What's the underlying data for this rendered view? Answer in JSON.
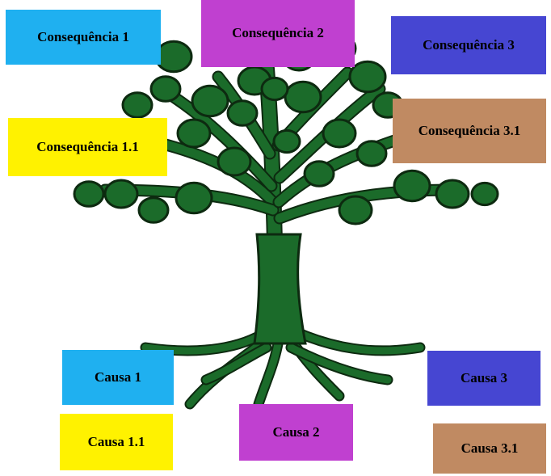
{
  "consequences": [
    {
      "label": "Consequência 1",
      "color": "#1fb0f0"
    },
    {
      "label": "Consequência 2",
      "color": "#c040d0"
    },
    {
      "label": "Consequência 3",
      "color": "#4646d2"
    },
    {
      "label": "Consequência 1.1",
      "color": "#fff200"
    },
    {
      "label": "Consequência 3.1",
      "color": "#c08a62"
    }
  ],
  "causes": [
    {
      "label": "Causa 1",
      "color": "#1fb0f0"
    },
    {
      "label": "Causa 2",
      "color": "#c040d0"
    },
    {
      "label": "Causa 3",
      "color": "#4646d2"
    },
    {
      "label": "Causa 1.1",
      "color": "#fff200"
    },
    {
      "label": "Causa 3.1",
      "color": "#c08a62"
    }
  ],
  "tree_color": "#1b6b2a",
  "tree_outline": "#0d2a10"
}
